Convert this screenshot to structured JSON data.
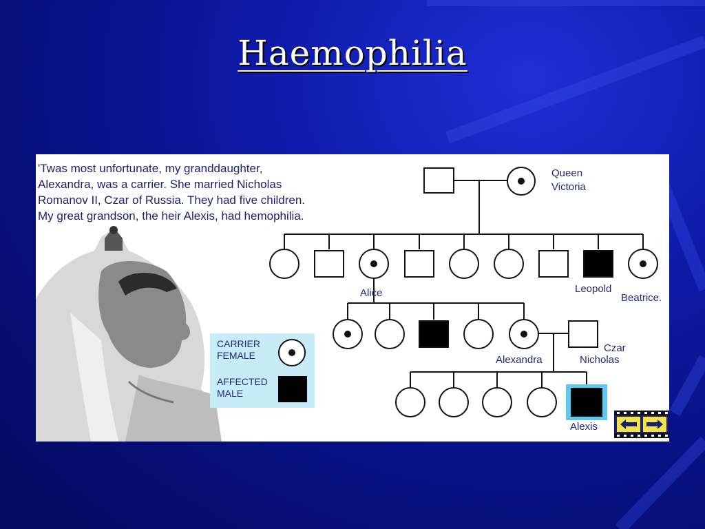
{
  "slide": {
    "title": "Haemophilia"
  },
  "panel": {
    "quote_lines": [
      "'Twas most unfortunate, my granddaughter,",
      "Alexandra, was a carrier.  She married Nicholas",
      "Romanov II, Czar of Russia.  They had five children.",
      "My great grandson, the heir Alexis, had hemophilia."
    ]
  },
  "pedigree": {
    "labels": {
      "queen_line1": "Queen",
      "queen_line2": "Victoria",
      "alice": "Alice",
      "leopold": "Leopold",
      "beatrice": "Beatrice.",
      "alexandra": "Alexandra",
      "czar_line1": "Czar",
      "czar_line2": "Nicholas",
      "alexis": "Alexis"
    },
    "generation2": [
      "female",
      "male",
      "carrier-female",
      "male",
      "female",
      "female",
      "male",
      "affected-male",
      "carrier-female"
    ],
    "generation3": [
      "carrier-female",
      "female",
      "affected-male",
      "female",
      "carrier-female"
    ],
    "generation4": [
      "female",
      "female",
      "female",
      "female",
      "affected-male"
    ]
  },
  "legend": {
    "carrier_line1": "CARRIER",
    "carrier_line2": "FEMALE",
    "affected_line1": "AFFECTED",
    "affected_line2": "MALE"
  },
  "colors": {
    "background": "#0d1aa8",
    "text_blue": "#1f2a7a",
    "highlight": "#5fc7f0",
    "legend_bg": "#c7ecf7"
  }
}
